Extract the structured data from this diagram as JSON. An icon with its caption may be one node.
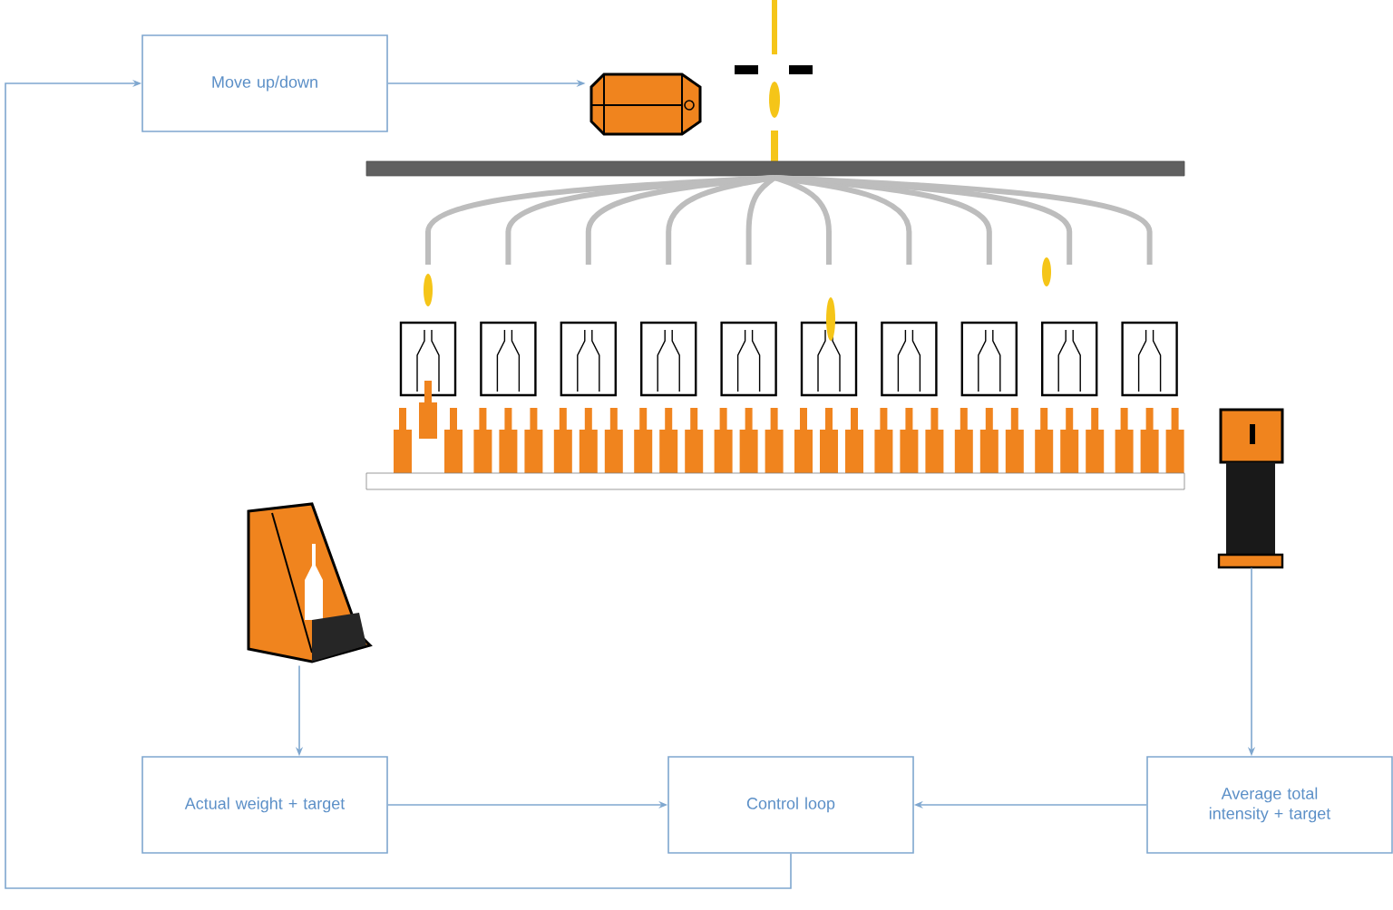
{
  "diagram": {
    "nodes": [
      {
        "text": [
          "Move up/down"
        ]
      },
      {
        "text": [],
        "shape": "picture"
      },
      {
        "text": [],
        "shape": "picture"
      },
      {
        "text": [],
        "shape": "picture"
      },
      {
        "text": [
          "Actual weight + target"
        ]
      },
      {
        "text": [
          "Control loop"
        ]
      },
      {
        "text": [
          "Average total intensity + target"
        ]
      }
    ],
    "edges": [
      {
        "from": 0,
        "to": 1,
        "arrow": "to"
      },
      {
        "from": 2,
        "to": 4,
        "arrow": "to"
      },
      {
        "from": 3,
        "to": 6,
        "arrow": "to"
      },
      {
        "from": 4,
        "to": 5,
        "arrow": "to"
      },
      {
        "from": 6,
        "to": 5,
        "arrow": "to"
      },
      {
        "from": 5,
        "to": 0,
        "arrow": "to"
      }
    ]
  }
}
